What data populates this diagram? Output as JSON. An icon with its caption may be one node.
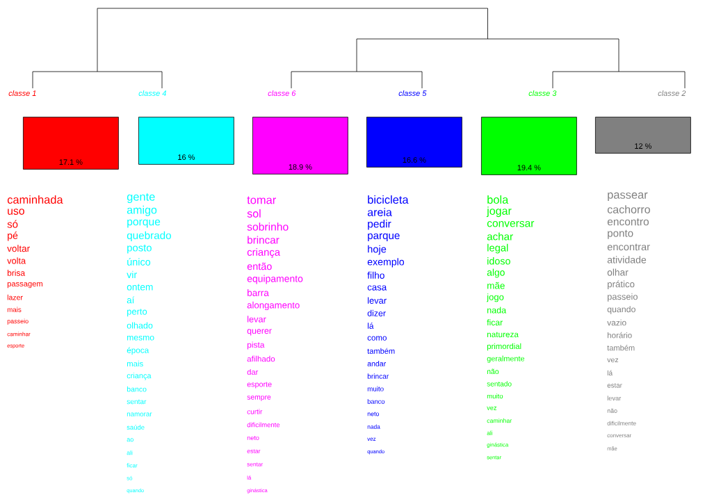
{
  "diagram": {
    "nodes": [
      {
        "text": [
          "17.1 %"
        ],
        "beside": [
          "classe 1",
          "caminhada",
          "uso",
          "só",
          "pé",
          "voltar",
          "volta",
          "brisa",
          "passagem",
          "lazer",
          "mais",
          "passeio",
          "caminhar",
          "esporte"
        ]
      },
      {
        "text": [
          "16 %"
        ],
        "beside": [
          "classe 4",
          "gente",
          "amigo",
          "porque",
          "quebrado",
          "posto",
          "único",
          "vir",
          "ontem",
          "aí",
          "perto",
          "olhado",
          "mesmo",
          "época",
          "mais",
          "criança",
          "banco",
          "sentar",
          "namorar",
          "saúde",
          "ao",
          "ali",
          "ficar",
          "só",
          "quando"
        ]
      },
      {
        "text": [
          "18.9 %"
        ],
        "beside": [
          "classe 6",
          "tomar",
          "sol",
          "sobrinho",
          "brincar",
          "criança",
          "então",
          "equipamento",
          "barra",
          "alongamento",
          "levar",
          "querer",
          "pista",
          "afilhado",
          "dar",
          "esporte",
          "sempre",
          "curtir",
          "dificilmente",
          "neto",
          "estar",
          "sentar",
          "lá",
          "ginástica"
        ]
      },
      {
        "text": [
          "16.6 %"
        ],
        "beside": [
          "classe 5",
          "bicicleta",
          "areia",
          "pedir",
          "parque",
          "hoje",
          "exemplo",
          "filho",
          "casa",
          "levar",
          "dizer",
          "lá",
          "como",
          "também",
          "andar",
          "brincar",
          "muito",
          "banco",
          "neto",
          "nada",
          "vez",
          "quando"
        ]
      },
      {
        "text": [
          "19.4 %"
        ],
        "beside": [
          "classe 3",
          "bola",
          "jogar",
          "conversar",
          "achar",
          "legal",
          "idoso",
          "algo",
          "mãe",
          "jogo",
          "nada",
          "ficar",
          "natureza",
          "primordial",
          "geralmente",
          "não",
          "sentado",
          "muito",
          "vez",
          "caminhar",
          "ali",
          "ginástica",
          "sentar"
        ]
      },
      {
        "text": [
          "12 %"
        ],
        "beside": [
          "classe 2",
          "passear",
          "cachorro",
          "encontro",
          "ponto",
          "encontrar",
          "atividade",
          "olhar",
          "prático",
          "passeio",
          "quando",
          "vazio",
          "horário",
          "também",
          "vez",
          "lá",
          "estar",
          "levar",
          "não",
          "dificilmente",
          "conversar",
          "mãe"
        ]
      }
    ]
  }
}
